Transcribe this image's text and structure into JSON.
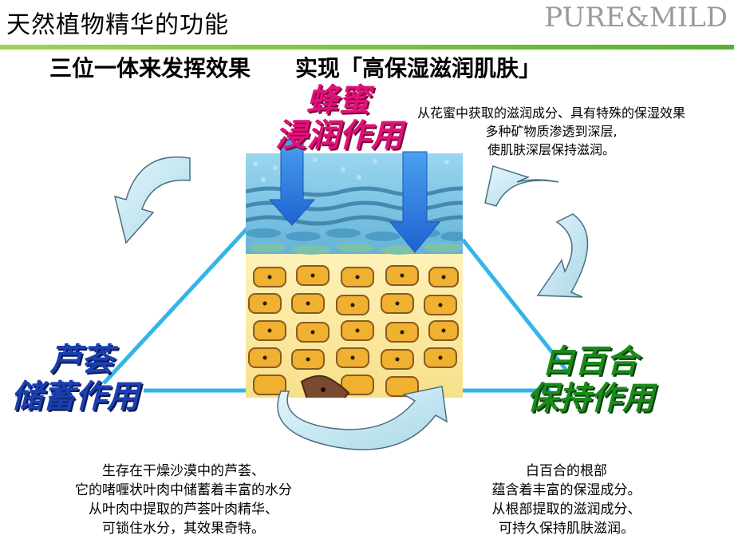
{
  "header": {
    "title": "天然植物精华的功能",
    "brand": "PURE&MILD",
    "subtitle": "三位一体来发挥效果　　实现「高保湿滋润肌肤」"
  },
  "honey": {
    "name_line1": "蜂蜜",
    "name_line2": "浸润作用",
    "desc": [
      "从花蜜中获取的滋润成分、具有特殊的保湿效果",
      "多种矿物质渗透到深层,",
      "使肌肤深层保持滋润。"
    ]
  },
  "aloe": {
    "name_line1": "芦荟",
    "name_line2": "储蓄作用",
    "desc": [
      "生存在干燥沙漠中的芦荟、",
      "它的啫喱状叶肉中储蓄着丰富的水分",
      "从叶肉中提取的芦荟叶肉精华、",
      "可锁住水分，其效果奇特。"
    ]
  },
  "lily": {
    "name_line1": "白百合",
    "name_line2": "保持作用",
    "desc": [
      "白百合的根部",
      "蕴含着丰富的保湿成分。",
      "从根部提取的滋润成分、",
      "可持久保持肌肤滋润。"
    ]
  },
  "colors": {
    "rule": "#7cc242",
    "triangle": "#33b5e8",
    "honey": "#e0107a",
    "aloe": "#1a3fb0",
    "lily": "#1a8a1a",
    "arrow_blue": "#2e7fe0",
    "skin_blue": "#7ec8e8",
    "cell": "#f0b030"
  },
  "icons": {
    "cycle_arrows": "curved-arrow-icon",
    "down_arrows": "down-arrow-icon"
  }
}
